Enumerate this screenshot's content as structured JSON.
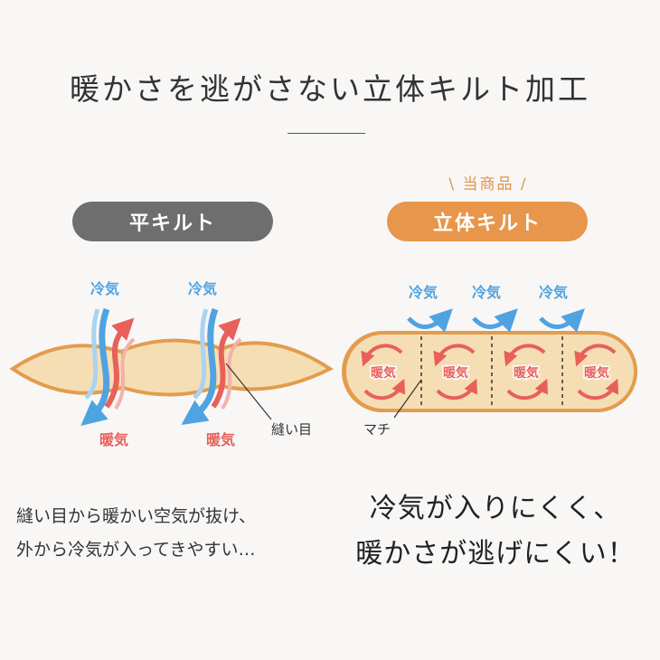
{
  "title": "暖かさを逃がさない立体キルト加工",
  "tagline": "\\ 当商品 /",
  "flat": {
    "label": "平キルト",
    "cold_label": "冷気",
    "warm_label": "暖気",
    "seam_label": "縫い目"
  },
  "quilt3d": {
    "label": "立体キルト",
    "cold_label": "冷気",
    "warm_label": "暖気",
    "gusset_label": "マチ"
  },
  "description": {
    "line1": "縫い目から暖かい空気が抜け、",
    "line2": "外から冷気が入ってきやすい…"
  },
  "highlight": {
    "line1": "冷気が入りにくく、",
    "line2": "暖かさが逃げにくい！"
  },
  "colors": {
    "cold": "#4fa3e0",
    "warm": "#e8605a",
    "accent": "#e8964b",
    "pad": "#f6deb4",
    "outline": "#e39c4d",
    "gray": "#6e6e6e"
  }
}
